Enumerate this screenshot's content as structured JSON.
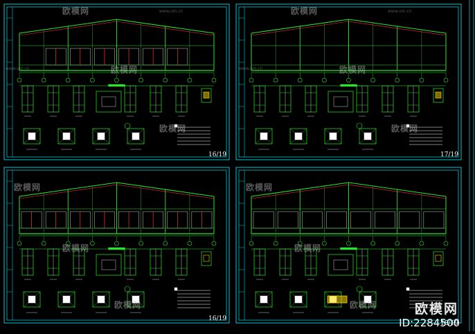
{
  "sheets": [
    {
      "number": "16/19"
    },
    {
      "number": "17/19"
    },
    {
      "number": "16/19"
    },
    {
      "number": "18/19"
    }
  ],
  "watermark": {
    "brand": "欧模网",
    "url": "www.om.cn"
  },
  "footer": {
    "brand": "欧模网",
    "id_text": "ID:2284500"
  },
  "colors": {
    "background": "#000000",
    "frame": "#00c8d8",
    "drawing": "#28e828",
    "accent_red": "#ff3030",
    "text": "#ffffff",
    "yellow": "#ffd800"
  }
}
